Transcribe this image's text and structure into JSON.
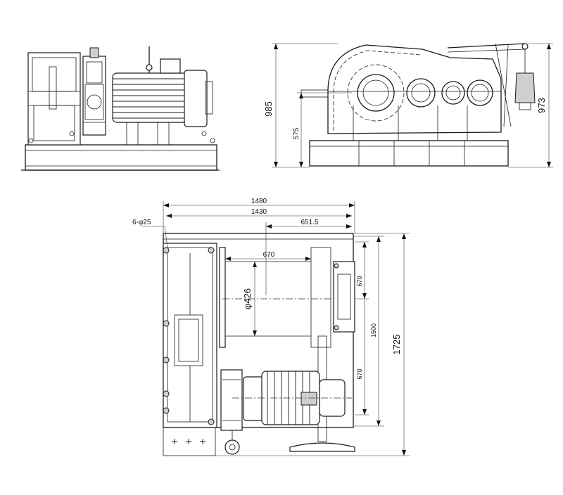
{
  "top_view": {
    "dim_overall_width": "1480",
    "dim_base_width": "1430",
    "dim_offset": "651.5",
    "dim_drum_length": "670",
    "dim_drum_diameter": "φ426",
    "dim_holes": "6-φ25",
    "dim_upper_half": "670",
    "dim_lower_half": "670",
    "dim_base_depth": "1500",
    "dim_overall_depth": "1725"
  },
  "side_view": {
    "dim_total_height": "985",
    "dim_shaft_height": "575",
    "dim_right_height": "973"
  }
}
